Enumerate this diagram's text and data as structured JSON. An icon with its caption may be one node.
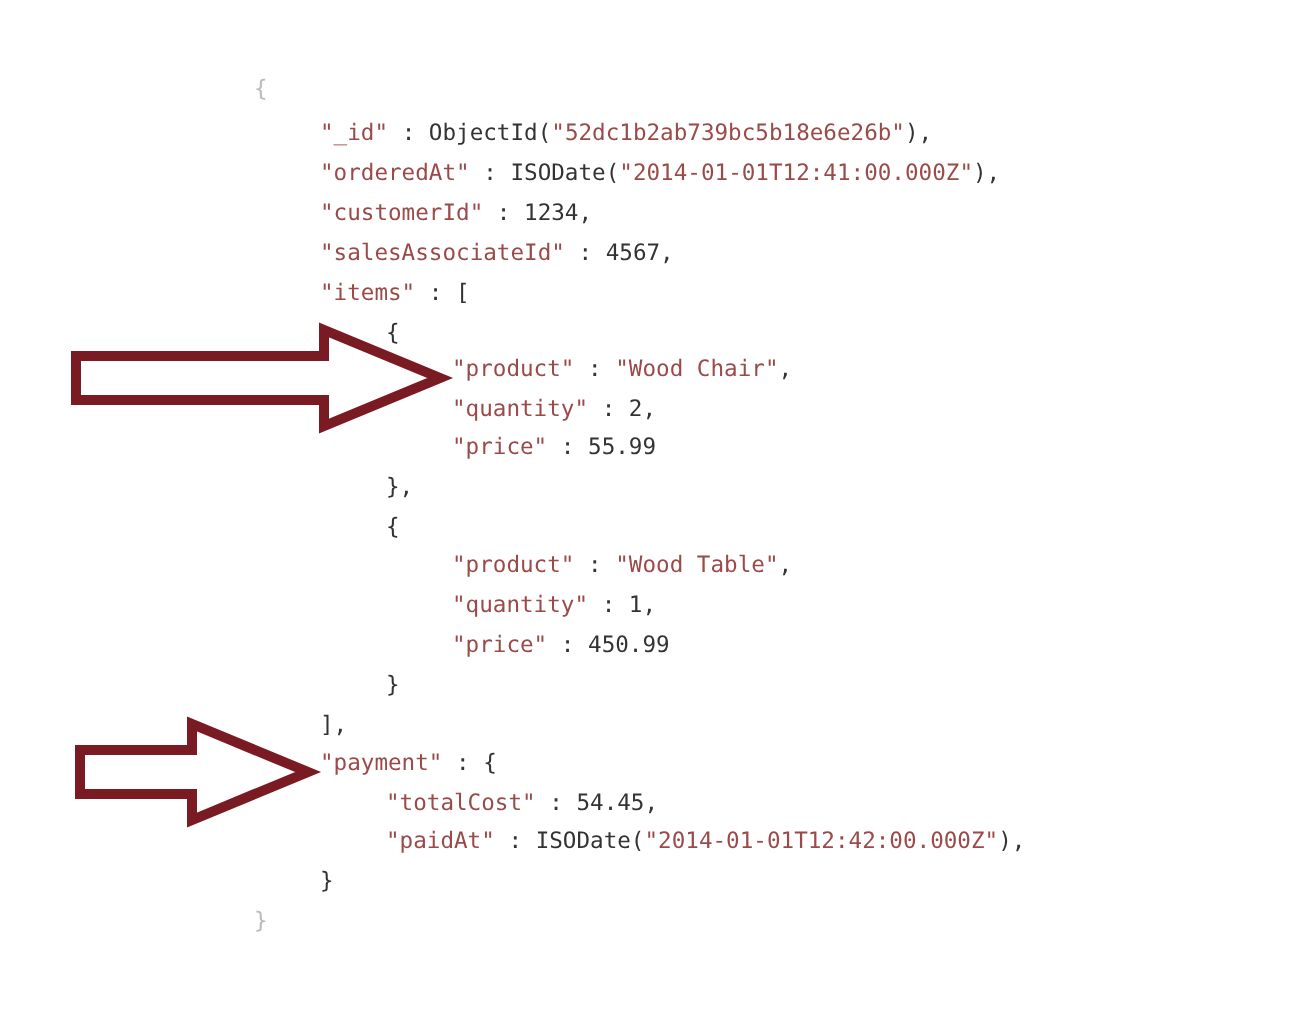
{
  "diagram": {
    "nodes": [
      {
        "text": [
          "\"product\" : \"Wood Chair\","
        ]
      },
      {
        "text": [
          "\"payment\" : {"
        ]
      }
    ],
    "edges": [
      {
        "from": null,
        "to": 0,
        "arrow": "to"
      },
      {
        "from": null,
        "to": 1,
        "arrow": "to"
      }
    ],
    "labels": [
      "{",
      "\"_id\" : ObjectId(\"52dc1b2ab739bc5b18e6e26b\"),",
      "\"orderedAt\" : ISODate(\"2014-01-01T12:41:00.000Z\"),",
      "\"customerId\" : 1234,",
      "\"salesAssociateId\" : 4567,",
      "\"items\" : [",
      "{",
      "\"quantity\" : 2,",
      "\"price\" : 55.99",
      "},",
      "{",
      "\"product\" : \"Wood Table\",",
      "\"quantity\" : 1,",
      "\"price\" : 450.99",
      "}",
      "],",
      "\"totalCost\" : 54.45,",
      "\"paidAt\" : ISODate(\"2014-01-01T12:42:00.000Z\"),",
      "}",
      "}"
    ]
  }
}
